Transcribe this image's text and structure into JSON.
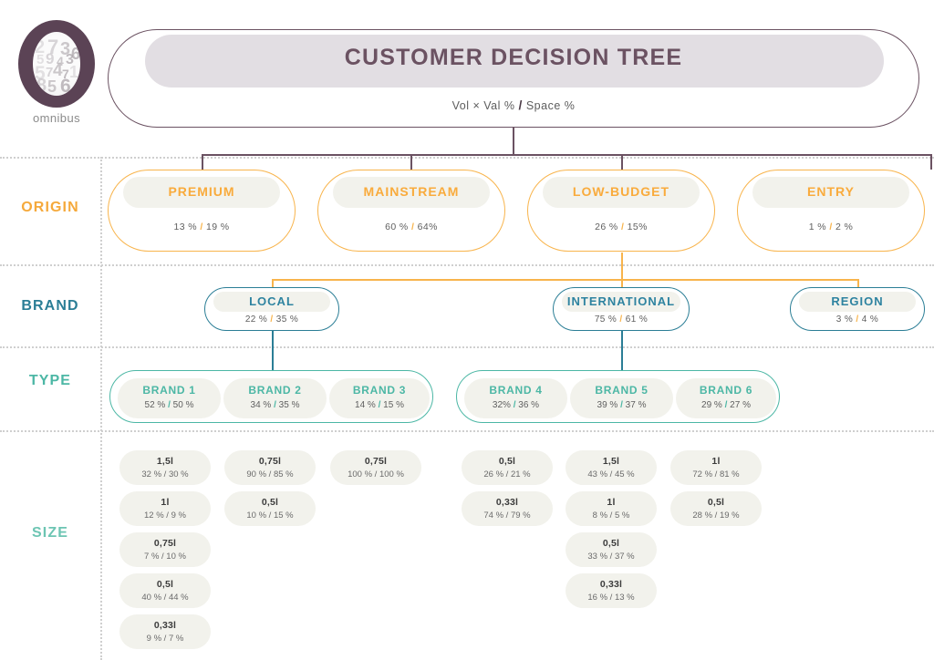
{
  "brand": {
    "logo_name": "omnibus",
    "logo_digits": [
      "2",
      "7",
      "3",
      "6",
      "5",
      "9",
      "4",
      "3",
      "5",
      "7",
      "4",
      "7",
      "1",
      "8",
      "5",
      "6"
    ]
  },
  "header": {
    "title": "CUSTOMER DECISION TREE",
    "metric_left": "Vol × Val %",
    "metric_sep": "/",
    "metric_right": "Space %"
  },
  "colors": {
    "purple": "#6b5262",
    "orange": "#f8b44c",
    "teal_dark": "#2b7e96",
    "teal": "#4cb7a5",
    "band": "#e2dee3",
    "chip_bg": "#f2f2ec"
  },
  "rows": {
    "origin_label": "ORIGIN",
    "brand_label": "BRAND",
    "type_label": "TYPE",
    "size_label": "SIZE"
  },
  "origin": [
    {
      "name": "PREMIUM",
      "vol_val": "13 %",
      "sep": "/",
      "space": "19 %"
    },
    {
      "name": "MAINSTREAM",
      "vol_val": "60 %",
      "sep": "/",
      "space": "64%"
    },
    {
      "name": "LOW-BUDGET",
      "vol_val": "26 %",
      "sep": "/",
      "space": "15%"
    },
    {
      "name": "ENTRY",
      "vol_val": "1 %",
      "sep": "/",
      "space": "2 %"
    }
  ],
  "brands": [
    {
      "name": "LOCAL",
      "vol_val": "22 %",
      "sep": "/",
      "space": "35 %"
    },
    {
      "name": "INTERNATIONAL",
      "vol_val": "75 %",
      "sep": "/",
      "space": "61 %"
    },
    {
      "name": "REGION",
      "vol_val": "3 %",
      "sep": "/",
      "space": "4 %"
    }
  ],
  "types": [
    {
      "name": "BRAND 1",
      "vol_val": "52 %",
      "sep": "/",
      "space": "50 %"
    },
    {
      "name": "BRAND  2",
      "vol_val": "34 %",
      "sep": "/",
      "space": "35 %"
    },
    {
      "name": "BRAND 3",
      "vol_val": "14 %",
      "sep": "/",
      "space": "15 %"
    },
    {
      "name": "BRAND 4",
      "vol_val": "32%",
      "sep": "/",
      "space": "36 %"
    },
    {
      "name": "BRAND 5",
      "vol_val": "39 %",
      "sep": "/",
      "space": "37 %"
    },
    {
      "name": "BRAND 6",
      "vol_val": "29 %",
      "sep": "/",
      "space": "27 %"
    }
  ],
  "sizes": {
    "brand1": [
      {
        "size": "1,5l",
        "vol_val": "32 %",
        "sep": "/",
        "space": "30 %"
      },
      {
        "size": "1l",
        "vol_val": "12 %",
        "sep": "/",
        "space": "9 %"
      },
      {
        "size": "0,75l",
        "vol_val": "7 %",
        "sep": "/",
        "space": "10 %"
      },
      {
        "size": "0,5l",
        "vol_val": "40 %",
        "sep": "/",
        "space": "44 %"
      },
      {
        "size": "0,33l",
        "vol_val": "9 %",
        "sep": "/",
        "space": "7 %"
      }
    ],
    "brand2": [
      {
        "size": "0,75l",
        "vol_val": "90 %",
        "sep": "/",
        "space": "85 %"
      },
      {
        "size": "0,5l",
        "vol_val": "10 %",
        "sep": "/",
        "space": "15 %"
      }
    ],
    "brand3": [
      {
        "size": "0,75l",
        "vol_val": "100 %",
        "sep": "/",
        "space": "100 %"
      }
    ],
    "brand4": [
      {
        "size": "0,5l",
        "vol_val": "26 %",
        "sep": "/",
        "space": "21 %"
      },
      {
        "size": "0,33l",
        "vol_val": "74 %",
        "sep": "/",
        "space": "79 %"
      }
    ],
    "brand5": [
      {
        "size": "1,5l",
        "vol_val": "43 %",
        "sep": "/",
        "space": "45 %"
      },
      {
        "size": "1l",
        "vol_val": "8 %",
        "sep": "/",
        "space": "5 %"
      },
      {
        "size": "0,5l",
        "vol_val": "33 %",
        "sep": "/",
        "space": "37 %"
      },
      {
        "size": "0,33l",
        "vol_val": "16 %",
        "sep": "/",
        "space": "13 %"
      }
    ],
    "brand6": [
      {
        "size": "1l",
        "vol_val": "72 %",
        "sep": "/",
        "space": "81 %"
      },
      {
        "size": "0,5l",
        "vol_val": "28 %",
        "sep": "/",
        "space": "19 %"
      }
    ]
  }
}
